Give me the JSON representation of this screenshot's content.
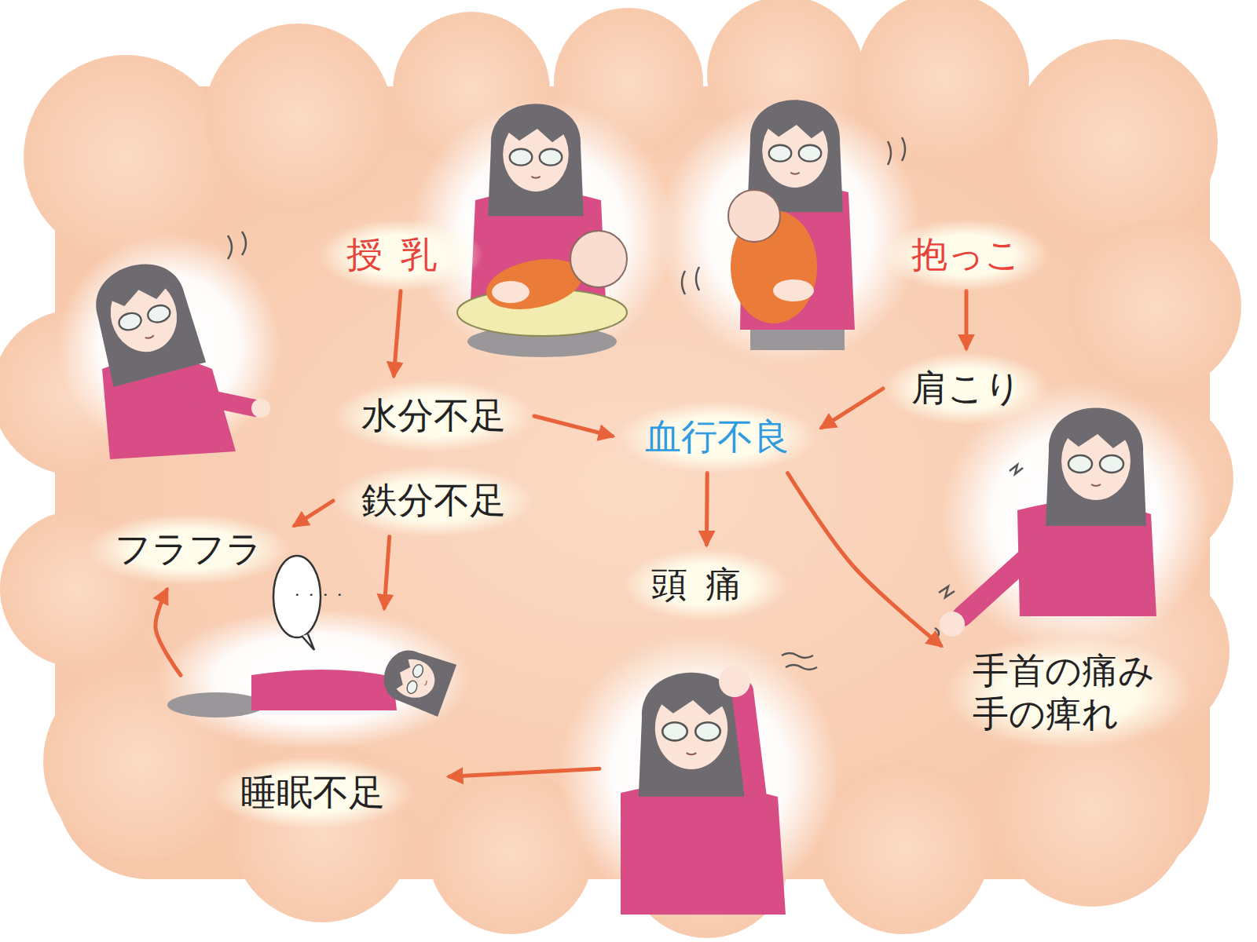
{
  "diagram": {
    "nodes": [
      {
        "text": [
          "授乳"
        ]
      },
      {
        "text": [
          "抱っこ"
        ]
      },
      {
        "text": [
          "水分不足"
        ]
      },
      {
        "text": [
          "鉄分不足"
        ]
      },
      {
        "text": [
          "血行不良"
        ]
      },
      {
        "text": [
          "肩こり"
        ]
      },
      {
        "text": [
          "フラフラ"
        ]
      },
      {
        "text": [
          "頭痛"
        ]
      },
      {
        "text": [
          "手首の痛み 手の痺れ"
        ]
      },
      {
        "text": [
          "睡眠不足"
        ]
      }
    ],
    "edges": [
      {
        "from": 0,
        "to": 2,
        "arrow": "to"
      },
      {
        "from": 1,
        "to": 5,
        "arrow": "to"
      },
      {
        "from": 2,
        "to": 4,
        "arrow": "to"
      },
      {
        "from": 5,
        "to": 4,
        "arrow": "to"
      },
      {
        "from": 3,
        "to": 6,
        "arrow": "to"
      },
      {
        "from": 3,
        "to": 9,
        "arrow": "to"
      },
      {
        "from": 4,
        "to": 7,
        "arrow": "to"
      },
      {
        "from": 4,
        "to": 8,
        "arrow": "to"
      },
      {
        "from": 7,
        "to": 9,
        "arrow": "to"
      },
      {
        "from": 9,
        "to": 6,
        "arrow": "to"
      }
    ],
    "labels": [
      "・・・・"
    ]
  }
}
